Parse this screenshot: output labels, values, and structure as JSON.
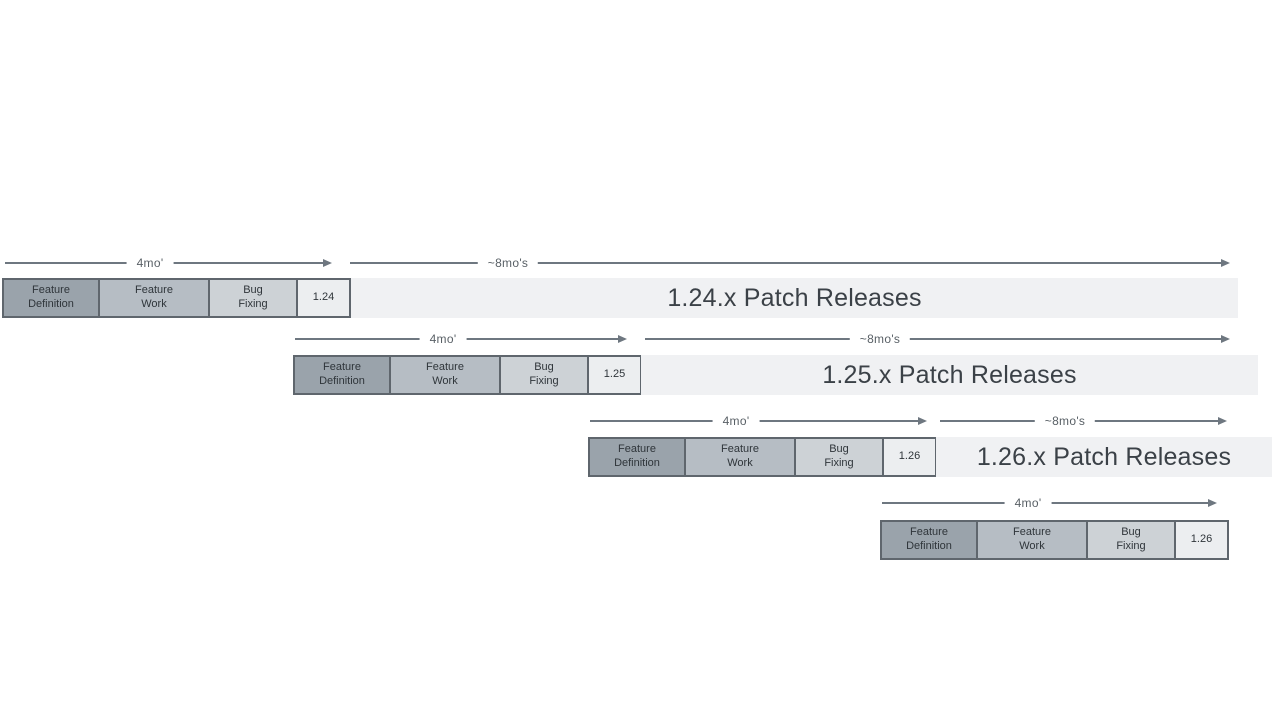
{
  "colors": {
    "phase_feature_definition_bg": "#9aa3ab",
    "phase_feature_work_bg": "#b6bdc4",
    "phase_bug_fixing_bg": "#cdd2d6",
    "version_box_bg": "#eceef0",
    "box_border": "#5f666d",
    "box_text": "#2f353a",
    "arrow": "#6e7780",
    "arrow_label_text": "#596066",
    "patch_bar_bg": "#f0f1f3",
    "patch_bar_text": "#3b4147"
  },
  "cycles": [
    {
      "version": "1.24",
      "phases": [
        {
          "label": "Feature Definition"
        },
        {
          "label": "Feature Work"
        },
        {
          "label": "Bug Fixing"
        }
      ],
      "dev_duration_label": "4mo'",
      "patch_duration_label": "~8mo's",
      "patch_bar_label": "1.24.x Patch Releases"
    },
    {
      "version": "1.25",
      "phases": [
        {
          "label": "Feature Definition"
        },
        {
          "label": "Feature Work"
        },
        {
          "label": "Bug Fixing"
        }
      ],
      "dev_duration_label": "4mo'",
      "patch_duration_label": "~8mo's",
      "patch_bar_label": "1.25.x Patch Releases"
    },
    {
      "version": "1.26",
      "phases": [
        {
          "label": "Feature Definition"
        },
        {
          "label": "Feature Work"
        },
        {
          "label": "Bug Fixing"
        }
      ],
      "dev_duration_label": "4mo'",
      "patch_duration_label": "~8mo's",
      "patch_bar_label": "1.26.x Patch Releases"
    },
    {
      "version": "1.26",
      "phases": [
        {
          "label": "Feature Definition"
        },
        {
          "label": "Feature Work"
        },
        {
          "label": "Bug Fixing"
        }
      ],
      "dev_duration_label": "4mo'"
    }
  ]
}
